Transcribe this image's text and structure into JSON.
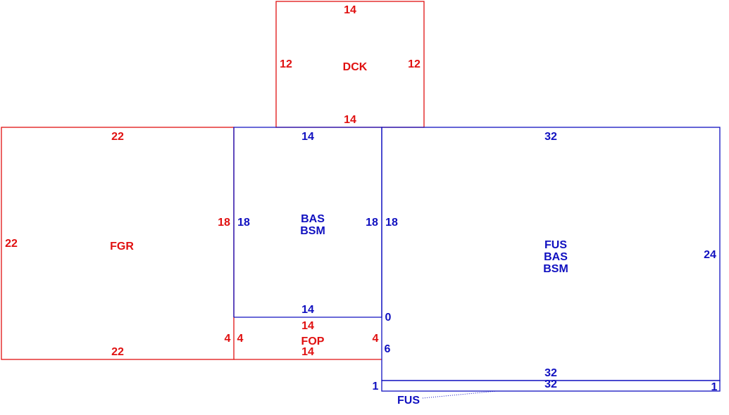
{
  "colors": {
    "red": "#e01010",
    "blue": "#1010c0"
  },
  "areas": {
    "dck": {
      "code": "DCK",
      "dims": {
        "top": "14",
        "left": "12",
        "right": "12",
        "bottom": "14"
      }
    },
    "fgr": {
      "code": "FGR",
      "dims": {
        "top": "22",
        "left": "22",
        "right": "18",
        "right_lower": "4",
        "bottom": "22"
      }
    },
    "bas_bsm": {
      "codes": [
        "BAS",
        "BSM"
      ],
      "dims": {
        "top": "14",
        "left": "18",
        "right": "18",
        "bottom": "14"
      }
    },
    "fop": {
      "code": "FOP",
      "dims": {
        "top": "14",
        "left": "4",
        "right": "4",
        "bottom": "14"
      }
    },
    "fus_bas_bsm": {
      "codes": [
        "FUS",
        "BAS",
        "BSM"
      ],
      "dims": {
        "top": "32",
        "left_upper": "18",
        "left_mid": "0",
        "left_lower": "6",
        "right": "24",
        "bottom": "32"
      }
    },
    "fus_strip": {
      "code": "FUS",
      "dims": {
        "top": "32",
        "left": "1",
        "right": "1"
      }
    }
  }
}
